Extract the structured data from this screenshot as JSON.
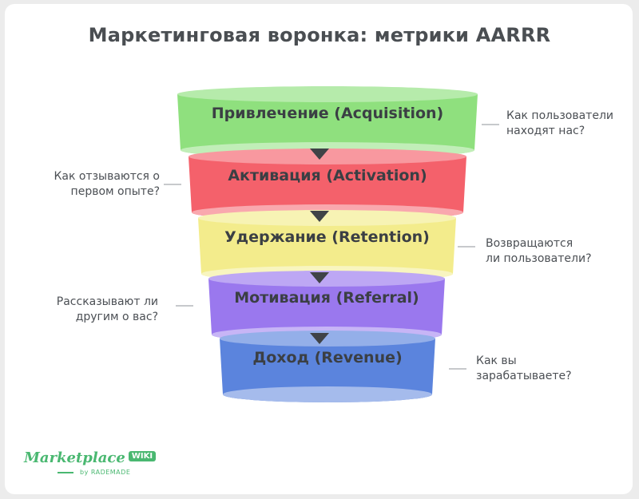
{
  "title": "Маркетинговая воронка: метрики AARRR",
  "stages": [
    {
      "label": "Привлечение (Acquisition)",
      "note": "Как пользователи\nнаходят нас?",
      "note_side": "right",
      "color": "#8fe07e"
    },
    {
      "label": "Активация (Activation)",
      "note": "Как отзываются о\nпервом опыте?",
      "note_side": "left",
      "color": "#f4616b"
    },
    {
      "label": "Удержание (Retention)",
      "note": "Возвращаются\nли пользователи?",
      "note_side": "right",
      "color": "#f3ec8c"
    },
    {
      "label": "Мотивация (Referral)",
      "note": "Рассказывают ли\nдругим о вас?",
      "note_side": "left",
      "color": "#9a78ee"
    },
    {
      "label": "Доход (Revenue)",
      "note": "Как вы\nзарабатываете?",
      "note_side": "right",
      "color": "#5b84dd"
    }
  ],
  "logo": {
    "word": "Marketplace",
    "badge": "WIKI",
    "sub": "by RADEMADE"
  }
}
